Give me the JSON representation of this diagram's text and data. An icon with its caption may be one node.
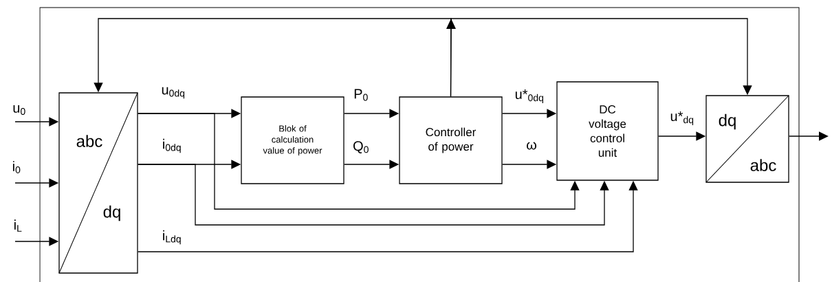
{
  "diagram": {
    "nodes": [
      {
        "text": [
          "abc",
          "dq"
        ]
      },
      {
        "text": [
          "Blok of calculation value of power"
        ]
      },
      {
        "text": [
          "Controller of power"
        ]
      },
      {
        "text": [
          "DC voltage control unit"
        ]
      },
      {
        "text": [
          "dq",
          "abc"
        ]
      }
    ],
    "edges": [
      {
        "from": null,
        "to": 0,
        "arrow": "to",
        "label": "u$_{0}$"
      },
      {
        "from": null,
        "to": 0,
        "arrow": "to",
        "label": "i$_{0}$"
      },
      {
        "from": null,
        "to": 0,
        "arrow": "to",
        "label": "i$_{L}$"
      },
      {
        "from": 0,
        "to": 1,
        "arrow": "to",
        "label": "u$_{0dq}$"
      },
      {
        "from": 0,
        "to": 1,
        "arrow": "to",
        "label": "i$_{0dq}$"
      },
      {
        "from": 0,
        "to": 3,
        "arrow": "to"
      },
      {
        "from": 0,
        "to": 3,
        "arrow": "to"
      },
      {
        "from": 0,
        "to": 3,
        "arrow": "to",
        "label": "i$_{Ldq}$"
      },
      {
        "from": 1,
        "to": 2,
        "arrow": "to",
        "label": "P$_{0}$"
      },
      {
        "from": 1,
        "to": 2,
        "arrow": "to",
        "label": "Q$_{0}$"
      },
      {
        "from": 2,
        "to": 3,
        "arrow": "to",
        "label": "u*$_{0dq}$"
      },
      {
        "from": 2,
        "to": 3,
        "arrow": "to",
        "label": "ω"
      },
      {
        "from": 3,
        "to": 4,
        "arrow": "to",
        "label": "u*$_{dq}$"
      },
      {
        "from": 4,
        "to": null,
        "arrow": "to"
      },
      {
        "from": 2,
        "to": 0,
        "arrow": "to"
      },
      {
        "from": 2,
        "to": 4,
        "arrow": "to"
      }
    ]
  }
}
